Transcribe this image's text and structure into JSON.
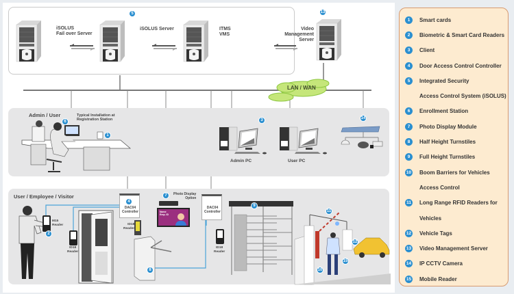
{
  "servers": {
    "failover": "iSOLUS\nFail over Server",
    "isolus": "iSOLUS Server",
    "itms": "ITMS\nVMS",
    "vms": "Video\nManagement\nServer"
  },
  "network": {
    "cloud_label": "LAN / WAN"
  },
  "admin_zone": {
    "title": "Admin / User",
    "install_note": "Typical Installation at\nRegistration Station",
    "admin_pc": "Admin PC",
    "user_pc": "User PC"
  },
  "user_zone": {
    "title": "User / Employee / Visitor",
    "controller_1": "DAC04\nController",
    "controller_2": "DAC04\nController",
    "reader_mobile": "M15\nReader",
    "reader_door": "ID18\nReader",
    "reader_turnstile": "ID18\nReader",
    "reader_full": "ID18\nReader",
    "photo_display": "Photo Display\nOption",
    "screen_text": "Name\nEmp. ID"
  },
  "badges": {
    "b1": "1",
    "b2": "2",
    "b3": "3",
    "b4": "4",
    "b5": "5",
    "b6": "6",
    "b7": "7",
    "b8": "8",
    "b9": "9",
    "b10": "10",
    "b11": "11",
    "b12": "12",
    "b13": "13",
    "b14": "14",
    "b15": "15"
  },
  "legend": {
    "items": [
      {
        "num": "1",
        "label": "Smart cards"
      },
      {
        "num": "2",
        "label": "Biometric & Smart Card Readers"
      },
      {
        "num": "3",
        "label": "Client"
      },
      {
        "num": "4",
        "label": "Door Access Control Controller"
      },
      {
        "num": "5",
        "label": "Integrated Security"
      },
      {
        "num": "",
        "label": "Access Control System (iSOLUS)"
      },
      {
        "num": "6",
        "label": "Enrollment Station"
      },
      {
        "num": "7",
        "label": "Photo Display Module"
      },
      {
        "num": "8",
        "label": "Half Height Turnstiles"
      },
      {
        "num": "9",
        "label": "Full Height Turnstiles"
      },
      {
        "num": "10",
        "label": "Boom Barriers for Vehicles"
      },
      {
        "num": "",
        "label": "Access Control"
      },
      {
        "num": "11",
        "label": "Long Range RFID Readers for"
      },
      {
        "num": "",
        "label": "Vehicles"
      },
      {
        "num": "12",
        "label": "Vehicle Tags"
      },
      {
        "num": "13",
        "label": "Video Management Server"
      },
      {
        "num": "14",
        "label": "IP CCTV Camera"
      },
      {
        "num": "15",
        "label": "Mobile Reader"
      }
    ]
  },
  "colors": {
    "badge": "#2a8fd0",
    "legend_bg": "#fdebd0",
    "legend_border": "#d79a70",
    "cloud": "#c5e67a",
    "wire": "#4aa3d8",
    "bus": "#777777"
  }
}
